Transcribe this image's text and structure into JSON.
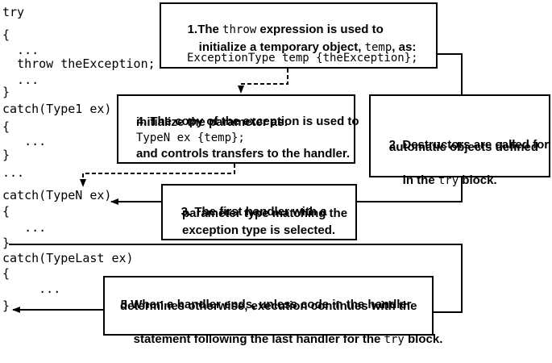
{
  "code": {
    "l1": "try",
    "l2": "{",
    "l3": "  ...",
    "l4": "  throw theException;",
    "l5": "  ...",
    "l6": "}",
    "l7": "catch(Type1 ex)",
    "l8": "{",
    "l9": "   ...",
    "l10": "}",
    "l11": "...",
    "l12": "catch(TypeN ex)",
    "l13": "{",
    "l14": "   ...",
    "l15": "}",
    "l16": "catch(TypeLast ex)",
    "l17": "{",
    "l18": "     ...",
    "l19": "}"
  },
  "box1": {
    "num": "1.",
    "t1": "The ",
    "c1": "throw",
    "t2": " expression is used to",
    "t3": "initialize a temporary object, ",
    "c2": "temp",
    "t4": ", as:",
    "code": "ExceptionType temp {theException};"
  },
  "box2": {
    "num": "2.",
    "t1": "Destructors are called for all",
    "t2": "automatic objects defined",
    "t3": "in the ",
    "c1": "try",
    "t4": " block."
  },
  "box3": {
    "num": "3.",
    "t1": "The first handler with a",
    "t2": "parameter type matching the",
    "t3": "exception type is selected."
  },
  "box4": {
    "num": "4.",
    "t1": "The copy of the exception is used to",
    "t2": "initialize the parameter as:",
    "code": "TypeN ex {temp};",
    "t3": "and controls transfers to the handler."
  },
  "box5": {
    "num": "5.",
    "t1": "When a handler ends, unless code in the handler",
    "t2": "determines otherwise, execution continues with the",
    "t3": "statement following the last handler for the ",
    "c1": "try",
    "t4": " block."
  }
}
